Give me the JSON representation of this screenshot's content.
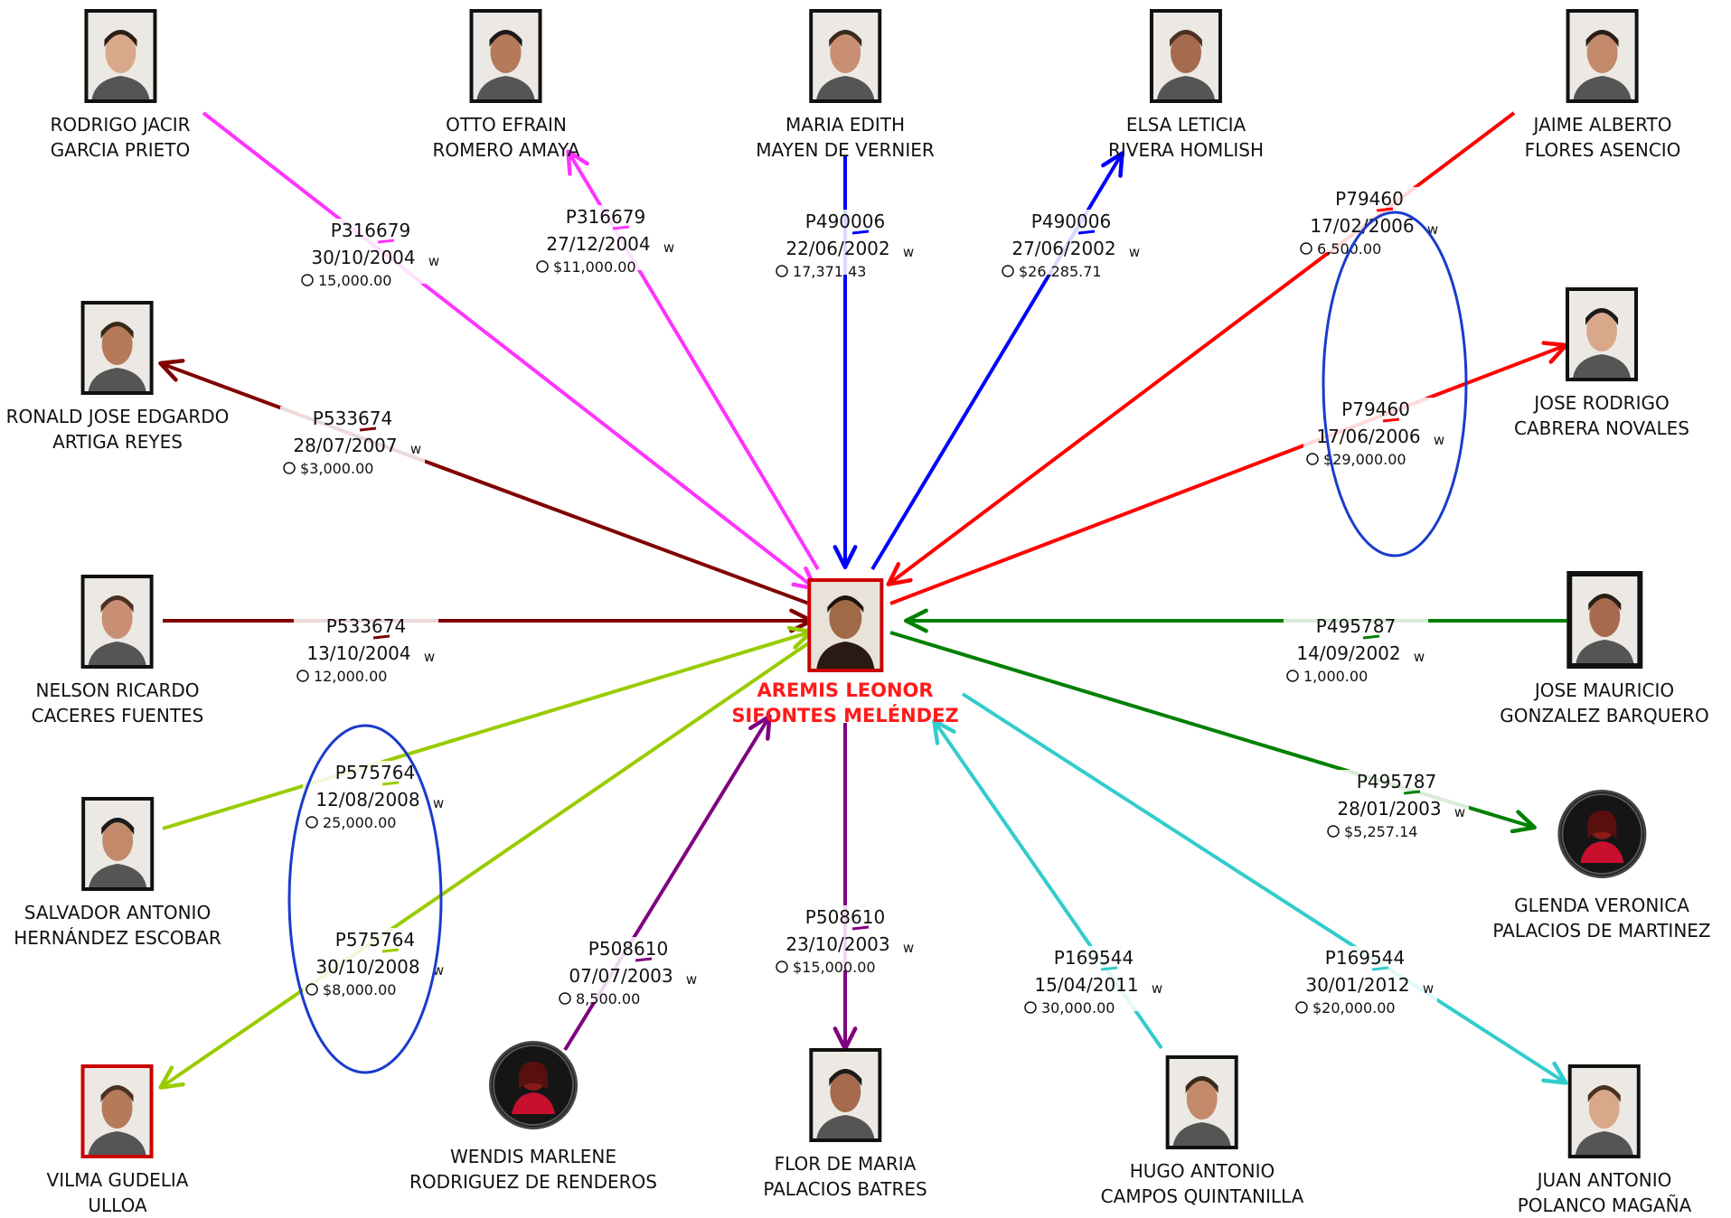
{
  "center": {
    "line1": "AREMIS LEONOR",
    "line2": "SIFONTES MELÉNDEZ"
  },
  "people": [
    {
      "id": "rodrigo",
      "line1": "RODRIGO JACIR",
      "line2": "GARCIA PRIETO",
      "avatar": "photo",
      "border": "black"
    },
    {
      "id": "otto",
      "line1": "OTTO EFRAIN",
      "line2": "ROMERO AMAYA",
      "avatar": "photo",
      "border": "black"
    },
    {
      "id": "maria_edith",
      "line1": "MARIA EDITH",
      "line2": "MAYEN DE VERNIER",
      "avatar": "photo",
      "border": "black"
    },
    {
      "id": "elsa",
      "line1": "ELSA LETICIA",
      "line2": "RIVERA HOMLISH",
      "avatar": "photo",
      "border": "black"
    },
    {
      "id": "jaime",
      "line1": "JAIME ALBERTO",
      "line2": "FLORES ASENCIO",
      "avatar": "photo",
      "border": "black"
    },
    {
      "id": "jose_rodrigo",
      "line1": "JOSE RODRIGO",
      "line2": "CABRERA NOVALES",
      "avatar": "photo",
      "border": "black"
    },
    {
      "id": "ronald",
      "line1": "RONALD JOSE EDGARDO",
      "line2": "ARTIGA REYES",
      "avatar": "photo",
      "border": "black"
    },
    {
      "id": "nelson",
      "line1": "NELSON RICARDO",
      "line2": "CACERES FUENTES",
      "avatar": "photo",
      "border": "black"
    },
    {
      "id": "jose_mauricio",
      "line1": "JOSE MAURICIO",
      "line2": "GONZALEZ BARQUERO",
      "avatar": "photo",
      "border": "black-thick"
    },
    {
      "id": "salvador",
      "line1": "SALVADOR ANTONIO",
      "line2": "HERNÁNDEZ ESCOBAR",
      "avatar": "photo",
      "border": "black"
    },
    {
      "id": "glenda",
      "line1": "GLENDA VERONICA",
      "line2": "PALACIOS DE MARTINEZ",
      "avatar": "female-silhouette",
      "border": "none"
    },
    {
      "id": "vilma",
      "line1": "VILMA GUDELIA",
      "line2": "ULLOA",
      "avatar": "photo",
      "border": "red"
    },
    {
      "id": "wendis",
      "line1": "WENDIS MARLENE",
      "line2": "RODRIGUEZ DE RENDEROS",
      "avatar": "female-silhouette",
      "border": "none"
    },
    {
      "id": "flor",
      "line1": "FLOR DE MARIA",
      "line2": "PALACIOS BATRES",
      "avatar": "photo",
      "border": "black"
    },
    {
      "id": "hugo",
      "line1": "HUGO ANTONIO",
      "line2": "CAMPOS QUINTANILLA",
      "avatar": "photo",
      "border": "black"
    },
    {
      "id": "juan",
      "line1": "JUAN ANTONIO",
      "line2": "POLANCO MAGAÑA",
      "avatar": "photo",
      "border": "black"
    }
  ],
  "connections": [
    {
      "person": "rodrigo",
      "direction": "to_center",
      "color": "#ff33ff",
      "code": "P316679",
      "date": "30/10/2004",
      "amount": "15,000.00"
    },
    {
      "person": "otto",
      "direction": "from_center",
      "color": "#ff33ff",
      "code": "P316679",
      "date": "27/12/2004",
      "amount": "$11,000.00"
    },
    {
      "person": "maria_edith",
      "direction": "to_center",
      "color": "#0000ff",
      "code": "P490006",
      "date": "22/06/2002",
      "amount": "17,371.43"
    },
    {
      "person": "elsa",
      "direction": "from_center",
      "color": "#0000ff",
      "code": "P490006",
      "date": "27/06/2002",
      "amount": "$26,285.71"
    },
    {
      "person": "jaime",
      "direction": "to_center",
      "color": "#ff0000",
      "code": "P79460",
      "date": "17/02/2006",
      "amount": "6,500.00"
    },
    {
      "person": "jose_rodrigo",
      "direction": "from_center",
      "color": "#ff0000",
      "code": "P79460",
      "date": "17/06/2006",
      "amount": "$29,000.00"
    },
    {
      "person": "ronald",
      "direction": "from_center",
      "color": "#800000",
      "code": "P533674",
      "date": "28/07/2007",
      "amount": "$3,000.00"
    },
    {
      "person": "nelson",
      "direction": "to_center",
      "color": "#800000",
      "code": "P533674",
      "date": "13/10/2004",
      "amount": "12,000.00"
    },
    {
      "person": "jose_mauricio",
      "direction": "to_center",
      "color": "#008000",
      "code": "P495787",
      "date": "14/09/2002",
      "amount": "1,000.00"
    },
    {
      "person": "glenda",
      "direction": "from_center",
      "color": "#008000",
      "code": "P495787",
      "date": "28/01/2003",
      "amount": "$5,257.14"
    },
    {
      "person": "salvador",
      "direction": "to_center",
      "color": "#99cc00",
      "code": "P575764",
      "date": "12/08/2008",
      "amount": "25,000.00"
    },
    {
      "person": "vilma",
      "direction": "from_center",
      "color": "#99cc00",
      "code": "P575764",
      "date": "30/10/2008",
      "amount": "$8,000.00"
    },
    {
      "person": "wendis",
      "direction": "to_center",
      "color": "#800080",
      "code": "P508610",
      "date": "07/07/2003",
      "amount": "8,500.00"
    },
    {
      "person": "flor",
      "direction": "from_center",
      "color": "#800080",
      "code": "P508610",
      "date": "23/10/2003",
      "amount": "$15,000.00"
    },
    {
      "person": "hugo",
      "direction": "to_center",
      "color": "#33cccc",
      "code": "P169544",
      "date": "15/04/2011",
      "amount": "30,000.00"
    },
    {
      "person": "juan",
      "direction": "from_center",
      "color": "#33cccc",
      "code": "P169544",
      "date": "30/01/2012",
      "amount": "$20,000.00"
    }
  ],
  "labels": {
    "w": "w"
  },
  "highlight": {
    "color": "#1a3ccc",
    "groups": [
      "P79460",
      "P575764"
    ]
  }
}
